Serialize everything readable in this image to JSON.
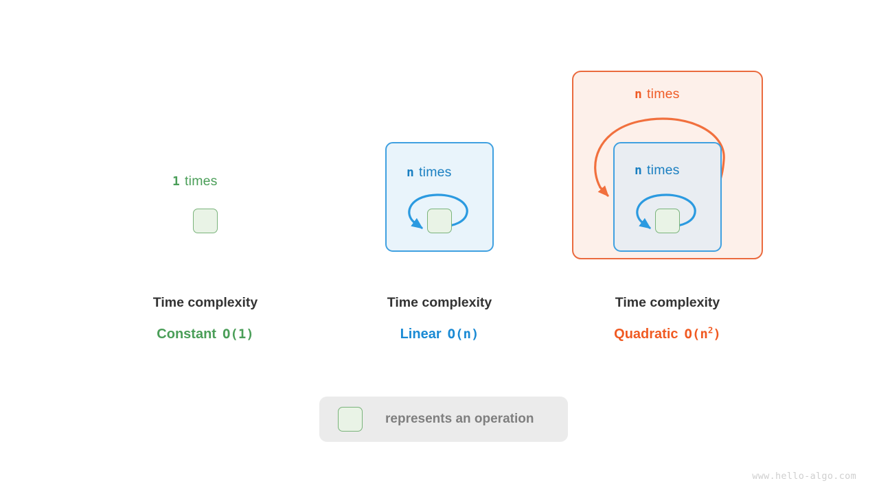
{
  "diagram": {
    "title_hidden": "",
    "watermark": "www.hello-algo.com",
    "panels": [
      {
        "id": "constant",
        "repeat_count": "1",
        "repeat_word": "times",
        "caption_title": "Time complexity",
        "complexity_name": "Constant",
        "complexity_notation_prefix": "O(1)",
        "complexity_base": "O(1)",
        "complexity_exponent": "",
        "accent_color": "#4a9e58",
        "has_loop_box": false,
        "has_loop_arrow": false
      },
      {
        "id": "linear",
        "repeat_count": "n",
        "repeat_word": "times",
        "caption_title": "Time complexity",
        "complexity_name": "Linear",
        "complexity_notation_prefix": "O(n)",
        "complexity_base": "O(n)",
        "complexity_exponent": "",
        "accent_color": "#1a8ad4",
        "has_loop_box": true,
        "has_loop_arrow": true
      },
      {
        "id": "quadratic",
        "repeat_count": "n",
        "repeat_word": "times",
        "inner_repeat_count": "n",
        "inner_repeat_word": "times",
        "caption_title": "Time complexity",
        "complexity_name": "Quadratic",
        "complexity_notation_prefix": "O(n",
        "complexity_base": "O(n",
        "complexity_exponent": "2",
        "complexity_suffix": ")",
        "accent_color": "#f05a22",
        "has_loop_box": true,
        "has_loop_arrow": true
      }
    ],
    "legend": {
      "swatch_name": "operation-box",
      "text": "represents an operation",
      "swatch_fill": "#e9f3e6",
      "swatch_border": "#79b37a",
      "pill_background": "#ebebeb"
    },
    "colors": {
      "green": "#4a9e58",
      "blue": "#1a8ad4",
      "orange": "#f05a22",
      "green_box_fill": "#e9f3e6",
      "green_box_border": "#79b37a",
      "blue_box_fill": "#e9f4fb",
      "blue_box_border": "#3fa0e0",
      "orange_box_fill": "#fdf0ea",
      "orange_box_border": "#ea6a3e",
      "title_text": "#333333",
      "legend_text": "#7f7f7f",
      "watermark_text": "#cfcfcf"
    }
  }
}
